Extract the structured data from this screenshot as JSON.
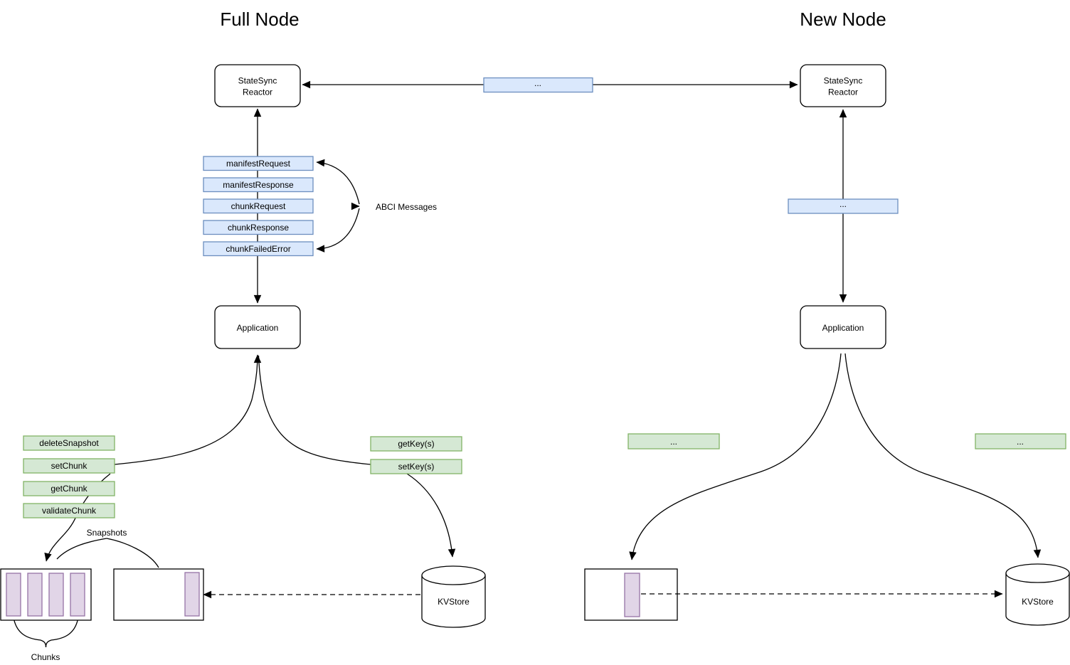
{
  "diagram": {
    "full_node": {
      "title": "Full Node",
      "reactor": {
        "line1": "StateSync",
        "line2": "Reactor"
      },
      "messages": [
        "manifestRequest",
        "manifestResponse",
        "chunkRequest",
        "chunkResponse",
        "chunkFailedError"
      ],
      "messages_note": "ABCI Messages",
      "application": "Application",
      "snapshot_calls": [
        "deleteSnapshot",
        "setChunk",
        "getChunk",
        "validateChunk"
      ],
      "key_calls": [
        "getKey(s)",
        "setKey(s)"
      ],
      "snapshots_label": "Snapshots",
      "chunks_label": "Chunks",
      "kvstore_label": "KVStore"
    },
    "new_node": {
      "title": "New Node",
      "reactor": {
        "line1": "StateSync",
        "line2": "Reactor"
      },
      "p2p_placeholder": "...",
      "message_placeholder": "...",
      "application": "Application",
      "call_placeholder_left": "...",
      "call_placeholder_right": "...",
      "kvstore_label": "KVStore"
    },
    "colors": {
      "message_fill": "#DAE8FC",
      "message_stroke": "#6C8EBF",
      "call_fill": "#D5E8D4",
      "call_stroke": "#82B366",
      "chunk_fill": "#E1D5E7",
      "chunk_stroke": "#9673A6",
      "line": "#000000"
    }
  }
}
